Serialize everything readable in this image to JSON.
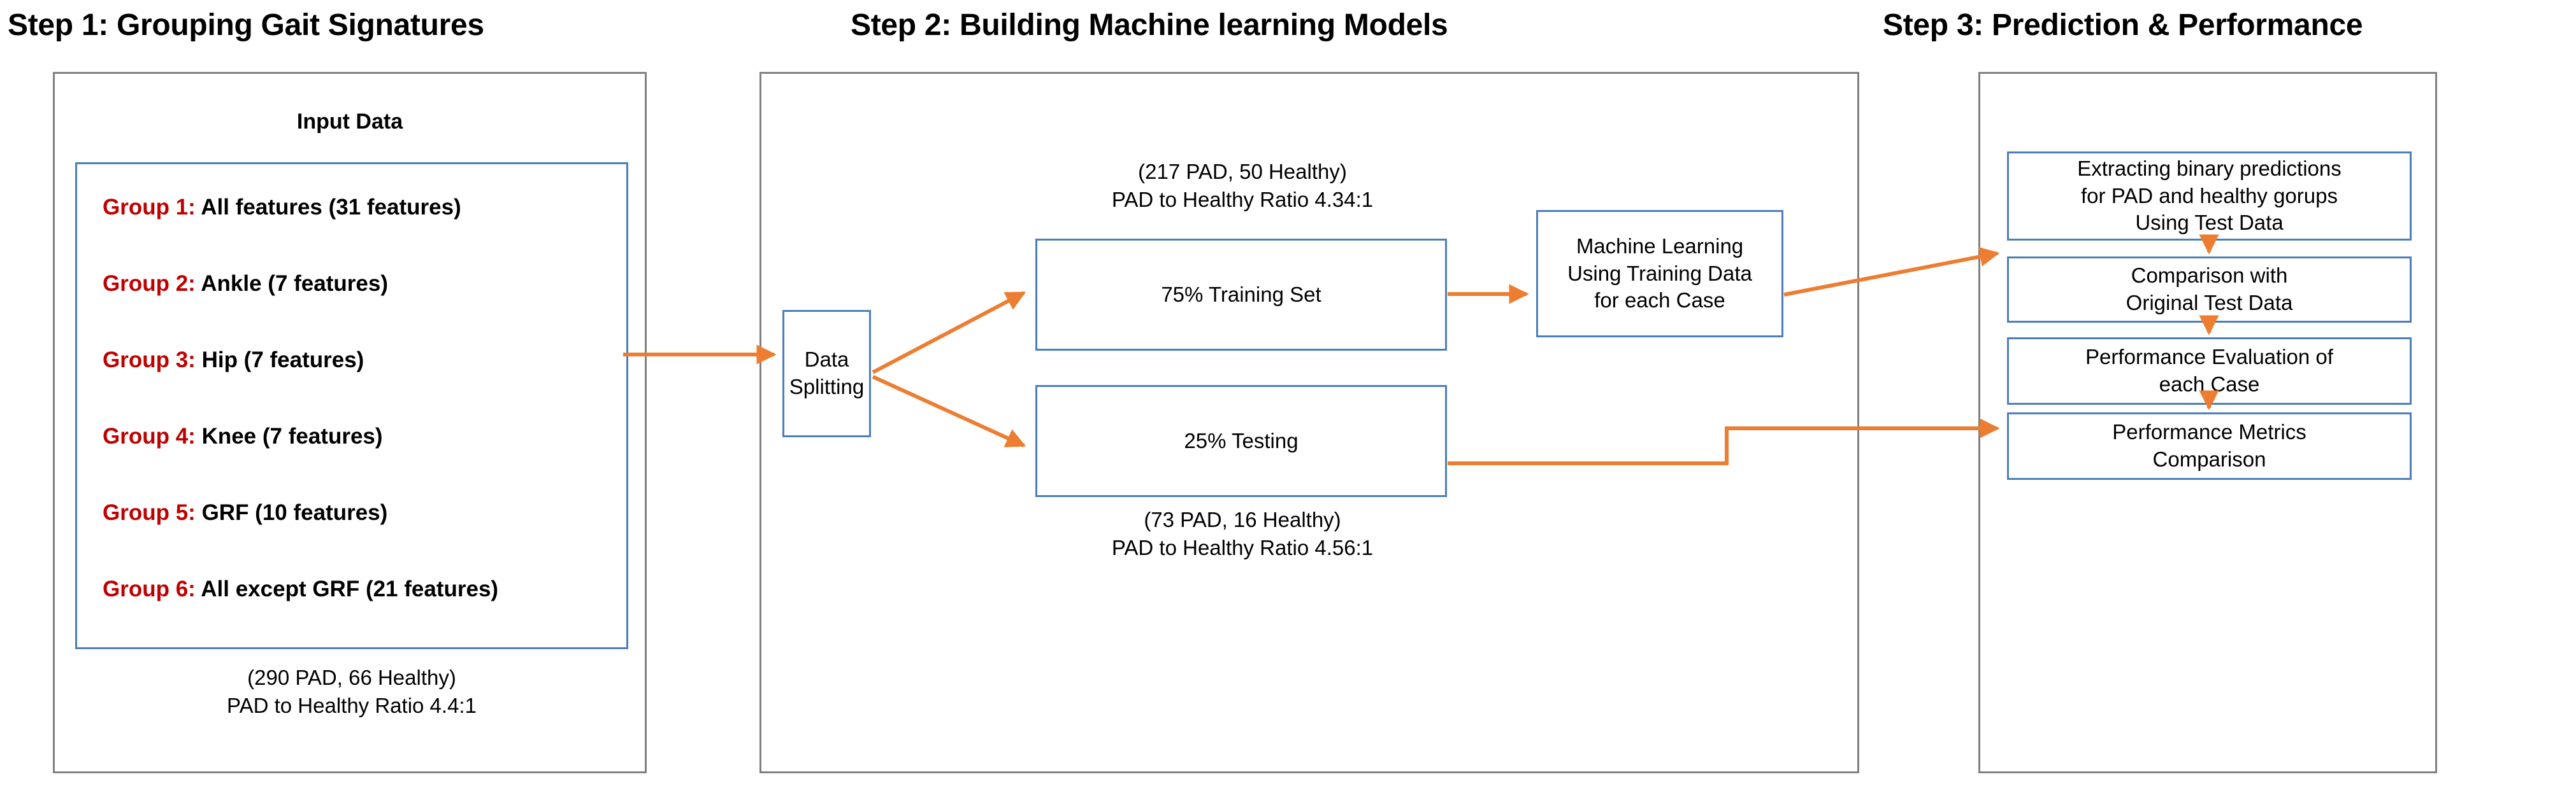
{
  "colors": {
    "accent_orange": "#ED7D31",
    "box_blue": "#4A7EBB",
    "panel_grey": "#808080",
    "group_red": "#C00000",
    "text_black": "#000000"
  },
  "steps": [
    {
      "id": "step1",
      "title": "Step 1: Grouping Gait Signatures"
    },
    {
      "id": "step2",
      "title": "Step 2: Building Machine learning Models"
    },
    {
      "id": "step3",
      "title": "Step 3: Prediction & Performance"
    }
  ],
  "step1": {
    "input_data_heading": "Input Data",
    "groups": [
      {
        "label": "Group 1:",
        "text": "All features (31 features)"
      },
      {
        "label": "Group 2:",
        "text": "Ankle (7 features)"
      },
      {
        "label": "Group 3:",
        "text": "Hip (7 features)"
      },
      {
        "label": "Group 4:",
        "text": "Knee (7 features)"
      },
      {
        "label": "Group 5:",
        "text": "GRF (10 features)"
      },
      {
        "label": "Group 6:",
        "text": "All except GRF (21 features)"
      }
    ],
    "footer_line1": "(290 PAD, 66  Healthy)",
    "footer_line2": "PAD to Healthy Ratio 4.4:1"
  },
  "step2": {
    "training_caption_line1": "(217 PAD, 50  Healthy)",
    "training_caption_line2": "PAD to Healthy Ratio 4.34:1",
    "data_splitting_label": "Data\nSplitting",
    "training_box_label": "75% Training Set",
    "testing_box_label": "25% Testing",
    "testing_caption_line1": "(73 PAD, 16  Healthy)",
    "testing_caption_line2": "PAD to Healthy Ratio 4.56:1",
    "ml_box_label": "Machine Learning\nUsing Training Data\nfor each Case"
  },
  "step3": {
    "boxes": [
      {
        "label": "Extracting binary predictions\nfor PAD and healthy gorups\nUsing Test Data"
      },
      {
        "label": "Comparison with\nOriginal Test Data"
      },
      {
        "label": "Performance Evaluation of\neach Case"
      },
      {
        "label": "Performance Metrics\nComparison"
      }
    ]
  },
  "connectors": [
    {
      "name": "input-to-splitting",
      "from": "Input Data (Step 1)",
      "to": "Data Splitting",
      "style": "straight-arrow"
    },
    {
      "name": "splitting-to-training",
      "from": "Data Splitting",
      "to": "75% Training Set",
      "style": "diagonal-arrow"
    },
    {
      "name": "splitting-to-testing",
      "from": "Data Splitting",
      "to": "25% Testing",
      "style": "diagonal-arrow"
    },
    {
      "name": "training-to-ml",
      "from": "75% Training Set",
      "to": "Machine Learning Using Training Data for each Case",
      "style": "straight-arrow"
    },
    {
      "name": "ml-to-extract",
      "from": "Machine Learning",
      "to": "Extracting binary predictions",
      "style": "diagonal-arrow"
    },
    {
      "name": "testing-to-compare",
      "from": "25% Testing",
      "to": "Comparison with Original Test Data",
      "style": "stepped-arrow"
    },
    {
      "name": "extract-to-compare",
      "from": "Extracting binary predictions",
      "to": "Comparison with Original Test Data",
      "style": "down-arrow"
    },
    {
      "name": "compare-to-perfeval",
      "from": "Comparison with Original Test Data",
      "to": "Performance Evaluation of each Case",
      "style": "down-arrow"
    },
    {
      "name": "perfeval-to-perfmetric",
      "from": "Performance Evaluation of each Case",
      "to": "Performance Metrics Comparison",
      "style": "down-arrow"
    }
  ]
}
